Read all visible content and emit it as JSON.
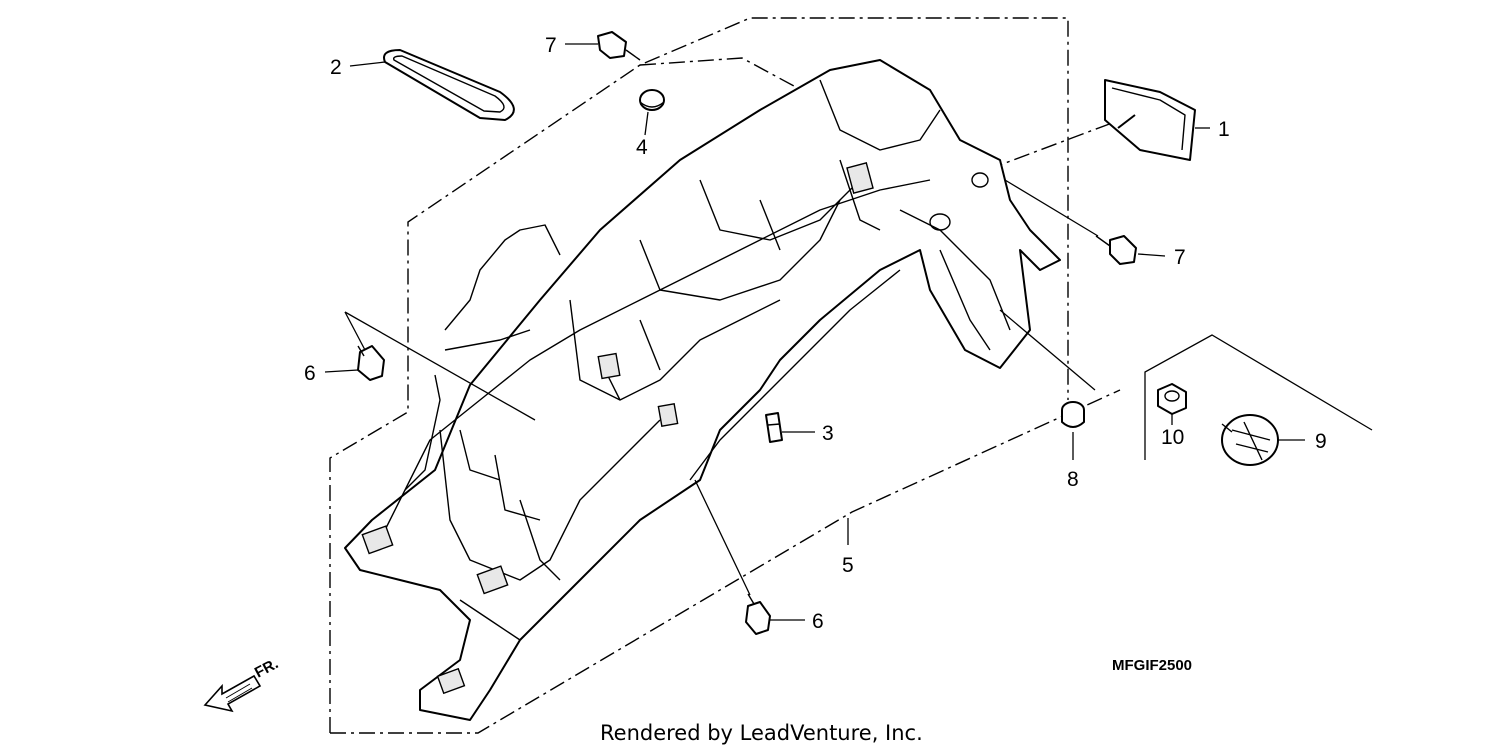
{
  "diagram": {
    "callouts": [
      {
        "id": "c1",
        "label": "1"
      },
      {
        "id": "c2",
        "label": "2"
      },
      {
        "id": "c3",
        "label": "3"
      },
      {
        "id": "c4",
        "label": "4"
      },
      {
        "id": "c5",
        "label": "5"
      },
      {
        "id": "c6a",
        "label": "6"
      },
      {
        "id": "c6b",
        "label": "6"
      },
      {
        "id": "c7a",
        "label": "7"
      },
      {
        "id": "c7b",
        "label": "7"
      },
      {
        "id": "c8",
        "label": "8"
      },
      {
        "id": "c9",
        "label": "9"
      },
      {
        "id": "c10",
        "label": "10"
      }
    ],
    "diagram_code": "MFGIF2500",
    "front_indicator": "FR.",
    "credit": "Rendered by LeadVenture, Inc."
  }
}
